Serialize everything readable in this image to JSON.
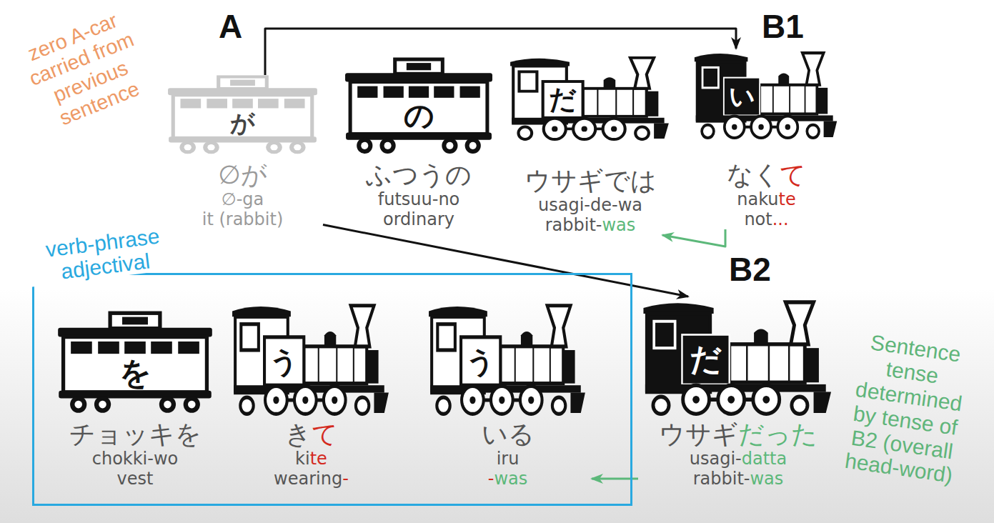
{
  "diagram": {
    "nodes": [
      {
        "text": [
          "が",
          "∅が",
          "∅-ga",
          "it (rabbit)"
        ]
      },
      {
        "text": [
          "の",
          "ふつうの",
          "futsuu-no",
          "ordinary"
        ]
      },
      {
        "text": [
          "だ",
          "ウサギでは",
          "usagi-de-wa",
          "rabbit-",
          "was"
        ]
      },
      {
        "text": [
          "い",
          "なく",
          "て",
          "naku",
          "te",
          "not",
          "..."
        ]
      },
      {
        "text": [
          "verb-phrase adjectival"
        ]
      },
      {
        "text": [
          "を",
          "チョッキを",
          "chokki-wo",
          "vest"
        ],
        "in": 4
      },
      {
        "text": [
          "う",
          "き",
          "て",
          "ki",
          "te",
          "wearing",
          "-"
        ],
        "in": 4
      },
      {
        "text": [
          "う",
          "いる",
          "iru",
          "-",
          "was"
        ],
        "in": 4
      },
      {
        "text": [
          "だ",
          "ウサギ",
          "だった",
          "usagi-",
          "datta",
          "rabbit-",
          "was"
        ]
      }
    ],
    "edges": [
      {
        "from": 0,
        "to": 3,
        "arrow": "to"
      },
      {
        "from": 0,
        "to": 8,
        "arrow": "to"
      },
      {
        "from": 3,
        "to": 2,
        "arrow": "to"
      },
      {
        "from": 8,
        "to": 7,
        "arrow": "to"
      }
    ],
    "labels": [
      "zero A-car carried from previous sentence",
      "A",
      "B1",
      "B2",
      "Sentence tense determined by tense of B2 (overall head-word)"
    ]
  }
}
